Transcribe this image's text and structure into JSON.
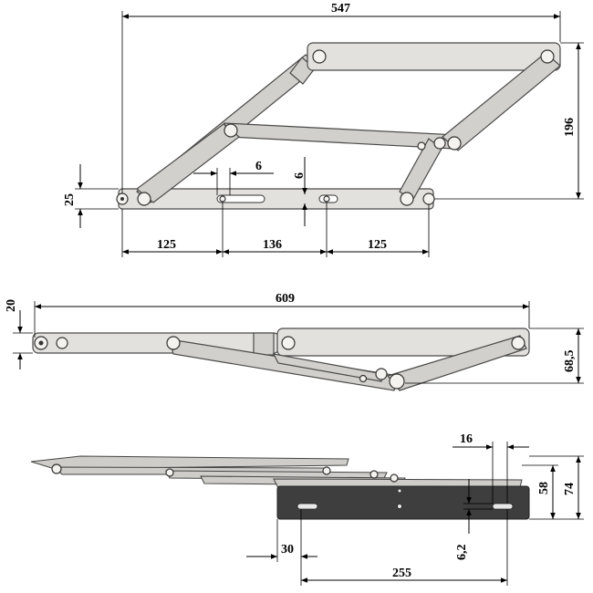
{
  "top_view": {
    "dims": {
      "overall_width": "547",
      "height": "196",
      "base_height": "25",
      "slot_width": "6",
      "slot_height": "6",
      "left_spacing": "125",
      "mid_spacing": "136",
      "right_spacing": "125"
    }
  },
  "middle_view": {
    "dims": {
      "overall_length": "609",
      "thickness": "20",
      "folded_height": "68,5"
    }
  },
  "bottom_view": {
    "dims": {
      "slot_spacing": "16",
      "plate_height": "58",
      "total_height": "74",
      "slot_width": "6,2",
      "edge_offset": "30",
      "hole_spacing": "255"
    }
  },
  "colors": {
    "metal": "#d2d0cc",
    "dark_plate": "#3e3e3e",
    "outline": "#4a4a4a"
  }
}
